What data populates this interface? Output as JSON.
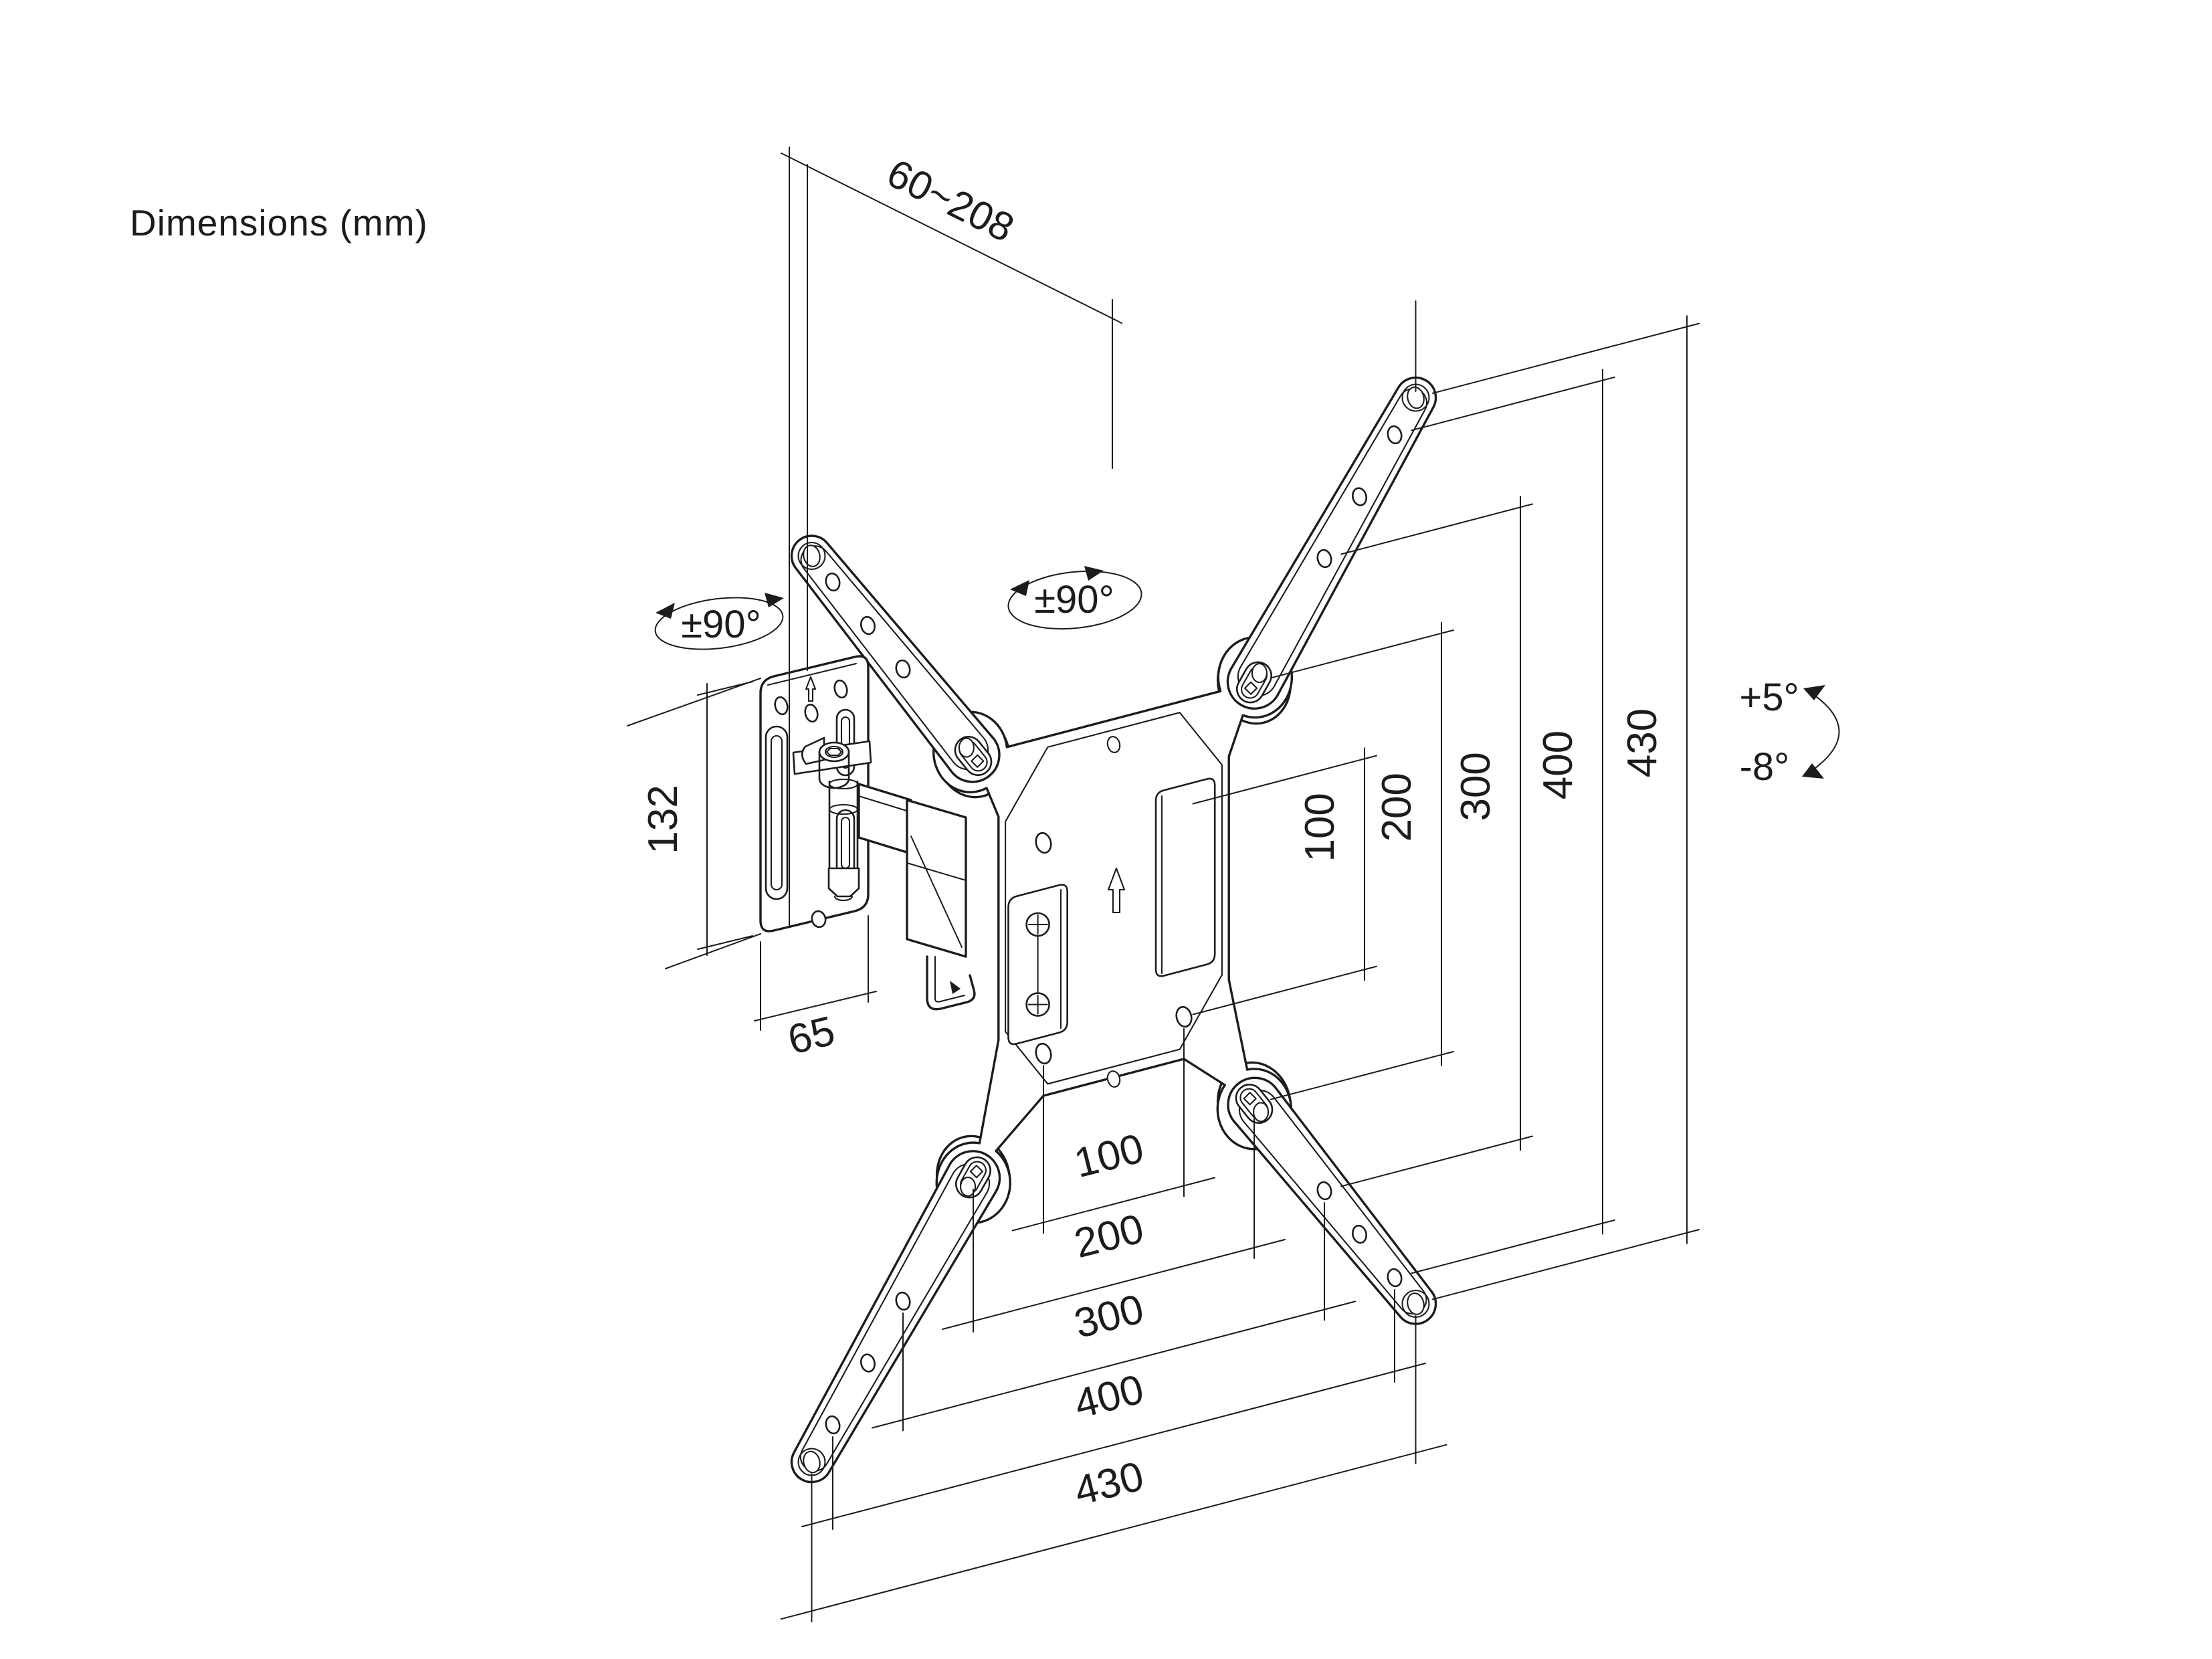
{
  "title": "Dimensions (mm)",
  "depth_range": "60~208",
  "wall_plate": {
    "height": "132",
    "width": "65"
  },
  "vesa_vertical": [
    "100",
    "200",
    "300",
    "400",
    "430"
  ],
  "vesa_horizontal": [
    "100",
    "200",
    "300",
    "400",
    "430"
  ],
  "rotation": {
    "arm_swivel": "±90°",
    "plate_swivel": "±90°"
  },
  "tilt": {
    "up": "+5°",
    "down": "-8°"
  }
}
